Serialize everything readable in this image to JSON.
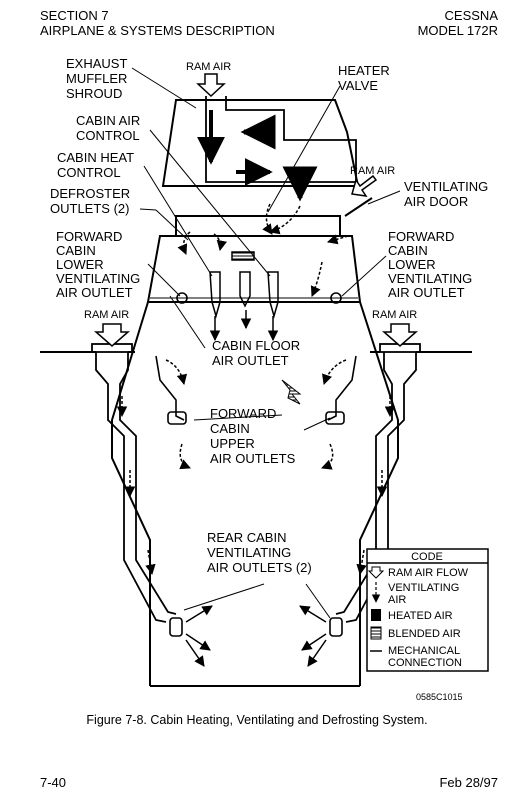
{
  "header": {
    "section": "SECTION 7",
    "section_title": "AIRPLANE & SYSTEMS DESCRIPTION",
    "brand": "CESSNA",
    "model": "MODEL 172R"
  },
  "labels": {
    "exhaust_muffler_shroud": [
      "EXHAUST",
      "MUFFLER",
      "SHROUD"
    ],
    "ram_air_top": "RAM AIR",
    "heater_valve": [
      "HEATER",
      "VALVE"
    ],
    "cabin_air_control": [
      "CABIN AIR",
      "CONTROL"
    ],
    "cabin_heat_control": [
      "CABIN HEAT",
      "CONTROL"
    ],
    "ram_air_right": "RAM AIR",
    "ventilating_air_door": [
      "VENTILATING",
      "AIR DOOR"
    ],
    "defroster_outlets": [
      "DEFROSTER",
      "OUTLETS (2)"
    ],
    "fwd_lower_left": [
      "FORWARD",
      "CABIN",
      "LOWER",
      "VENTILATING",
      "AIR OUTLET"
    ],
    "fwd_lower_right": [
      "FORWARD",
      "CABIN",
      "LOWER",
      "VENTILATING",
      "AIR OUTLET"
    ],
    "ram_air_left_wing": "RAM AIR",
    "ram_air_right_wing": "RAM AIR",
    "cabin_floor_outlet": [
      "CABIN FLOOR",
      "AIR OUTLET"
    ],
    "fwd_upper_outlets": [
      "FORWARD",
      "CABIN",
      "UPPER",
      "AIR OUTLETS"
    ],
    "rear_cabin_outlets": [
      "REAR CABIN",
      "VENTILATING",
      "AIR OUTLETS (2)"
    ]
  },
  "legend": {
    "title": "CODE",
    "ram_air_flow": "RAM AIR FLOW",
    "ventilating_air": [
      "VENTILATING",
      "AIR"
    ],
    "heated_air": "HEATED AIR",
    "blended_air": "BLENDED AIR",
    "mechanical_connection": [
      "MECHANICAL",
      "CONNECTION"
    ]
  },
  "figure_id": "0585C1015",
  "caption": "Figure 7-8. Cabin Heating, Ventilating and Defrosting System.",
  "footer": {
    "page": "7-40",
    "date": "Feb 28/97"
  }
}
